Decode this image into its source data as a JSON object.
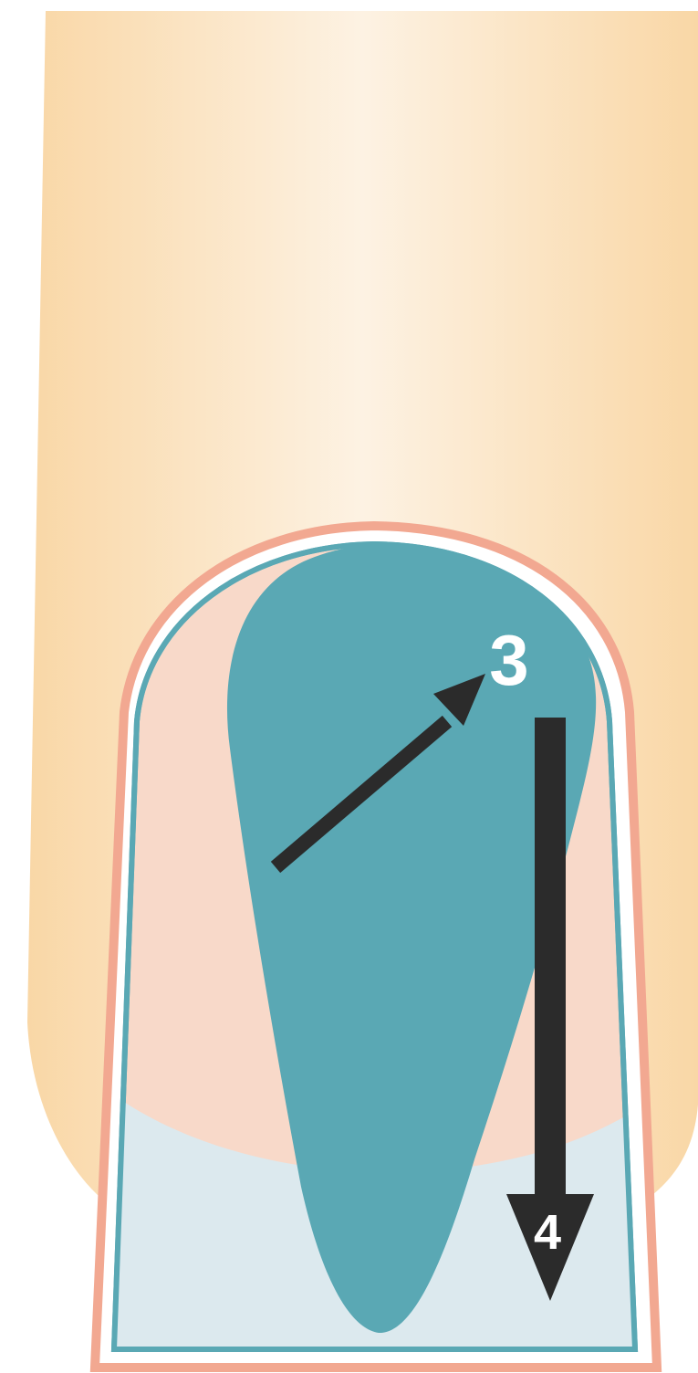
{
  "diagram": {
    "steps": [
      {
        "label": "3",
        "direction": "diagonal-up-right"
      },
      {
        "label": "4",
        "direction": "down"
      }
    ]
  },
  "colors": {
    "finger_skin_edge": "#F9D9A8",
    "finger_skin_center": "#FDF1E1",
    "nail_bed": "#F8D9C9",
    "nail_outline": "#F2A891",
    "nail_tip_free_edge": "#DCE9EE",
    "polish_stroke": "#5AA8B4",
    "arrow": "#2B2B2B",
    "label_on_polish": "#FFFFFF",
    "label_on_arrow": "#FFFFFF"
  }
}
